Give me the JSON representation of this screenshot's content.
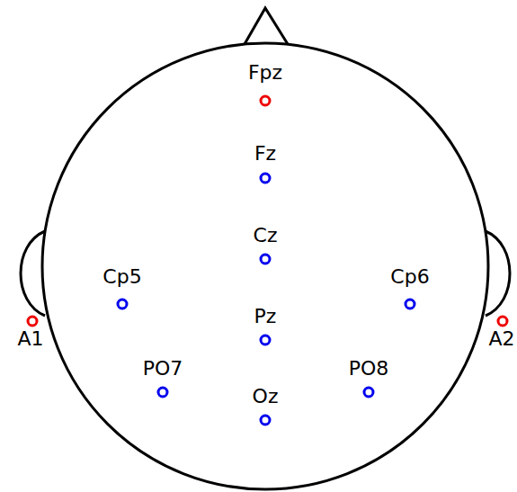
{
  "diagram": {
    "labels": [
      "Fpz",
      "Fz",
      "Cz",
      "Cp5",
      "Cp6",
      "A1",
      "Pz",
      "A2",
      "PO7",
      "PO8",
      "Oz"
    ]
  }
}
